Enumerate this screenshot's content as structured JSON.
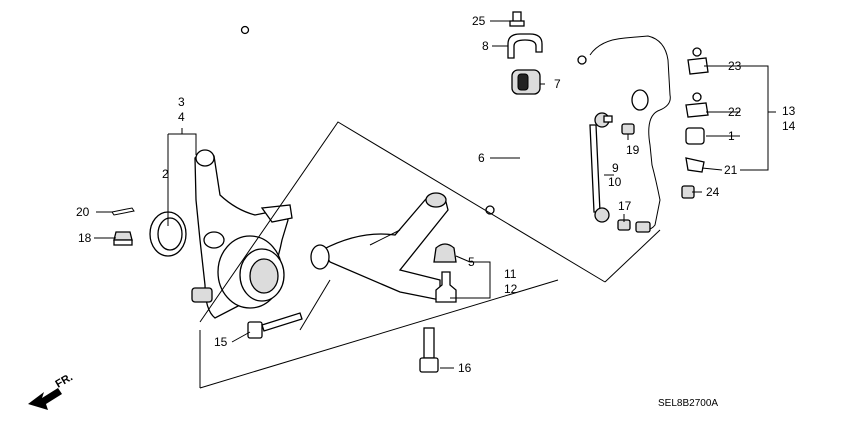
{
  "diagram": {
    "code": "SEL8B2700A",
    "direction_label": "FR.",
    "callouts": {
      "n1": "1",
      "n2": "2",
      "n3": "3",
      "n4": "4",
      "n5": "5",
      "n6": "6",
      "n7": "7",
      "n8": "8",
      "n9": "9",
      "n10": "10",
      "n11": "11",
      "n12": "12",
      "n13": "13",
      "n14": "14",
      "n15": "15",
      "n16": "16",
      "n17": "17",
      "n18": "18",
      "n19": "19",
      "n20": "20",
      "n21": "21",
      "n22": "22",
      "n23": "23",
      "n24": "24",
      "n25": "25"
    }
  }
}
